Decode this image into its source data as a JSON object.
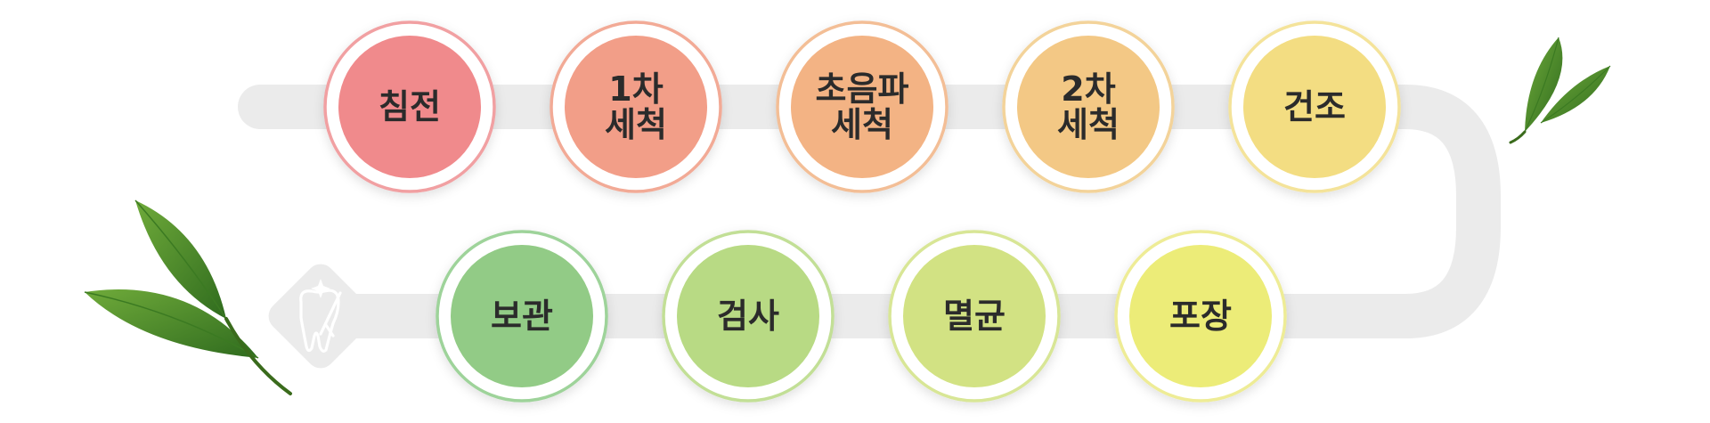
{
  "steps": [
    {
      "label": [
        "침전"
      ],
      "color": "#F08A8C",
      "ring": "#F1A0A2"
    },
    {
      "label": [
        "1차",
        "세척"
      ],
      "color": "#F29E88",
      "ring": "#F2AA96"
    },
    {
      "label": [
        "초음파",
        "세척"
      ],
      "color": "#F3B384",
      "ring": "#F3BE96"
    },
    {
      "label": [
        "2차",
        "세척"
      ],
      "color": "#F3C885",
      "ring": "#F3D39A"
    },
    {
      "label": [
        "건조"
      ],
      "color": "#F3DD82",
      "ring": "#F4E39A"
    },
    {
      "label": [
        "포장"
      ],
      "color": "#ECEC78",
      "ring": "#EEEC96"
    },
    {
      "label": [
        "멸균"
      ],
      "color": "#D2E283",
      "ring": "#D8E696"
    },
    {
      "label": [
        "검사"
      ],
      "color": "#B8DA84",
      "ring": "#C2DF96"
    },
    {
      "label": [
        "보관"
      ],
      "color": "#92CB86",
      "ring": "#9ED39A"
    }
  ],
  "icons": {
    "start": "tooth-sparkle-icon",
    "leaf_left": "leaf-icon",
    "leaf_right": "leaf-icon"
  },
  "colors": {
    "path": "#EBEBEB",
    "text": "#2B2B2B"
  }
}
